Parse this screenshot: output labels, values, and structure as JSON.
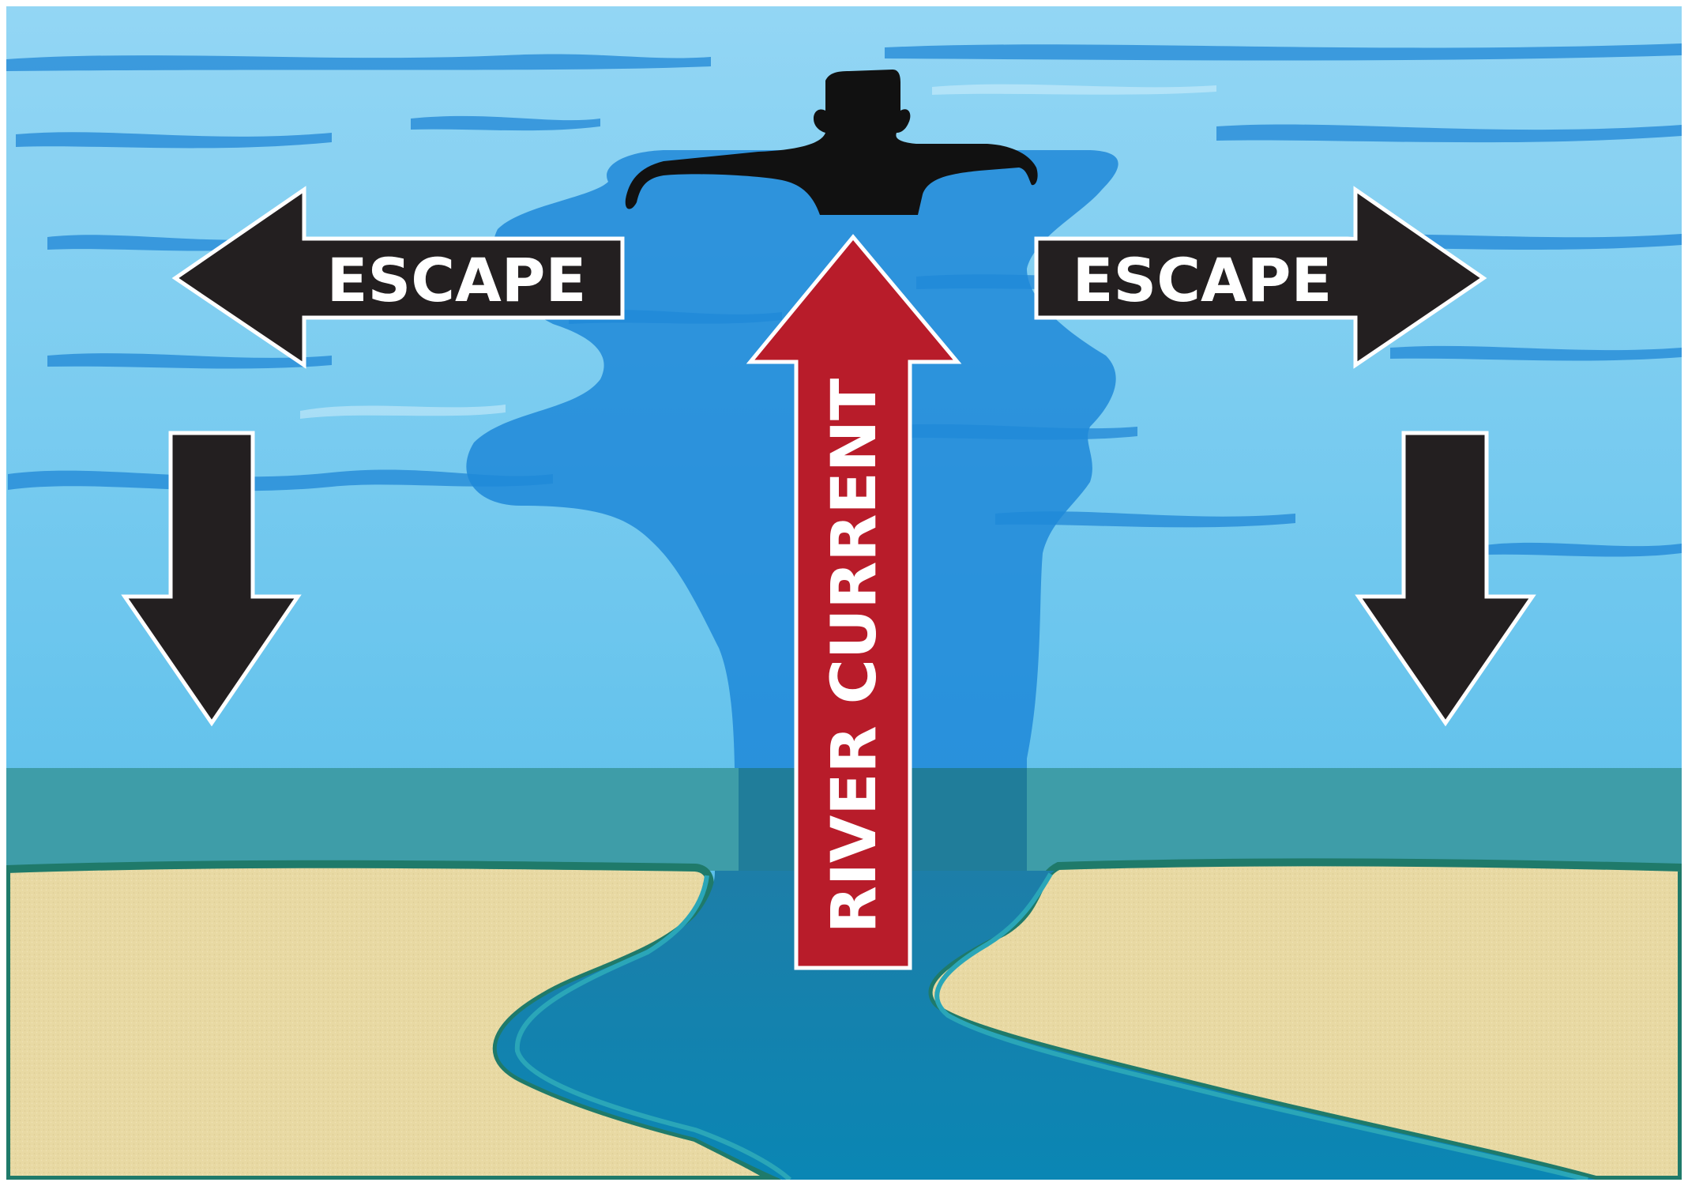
{
  "labels": {
    "escape_left": "ESCAPE",
    "escape_right": "ESCAPE",
    "current": "RIVER CURRENT"
  },
  "colors": {
    "sky_water_top": "#8ed3f3",
    "sky_water_bottom": "#4db9ea",
    "wave": "#1f86d6",
    "current_water": "#1e88d8",
    "shallow_band": "#3e9da8",
    "shore_line": "#1f7a6a",
    "sand": "#e9dba6",
    "channel": "#0f7fae",
    "channel_edge": "#1f7a6a",
    "escape_arrow": "#231f20",
    "current_arrow": "#b81c2a",
    "swimmer": "#111111"
  },
  "icons": {
    "swimmer": "swimmer-silhouette-icon",
    "escape_left": "arrow-left-icon",
    "escape_right": "arrow-right-icon",
    "swim_to_shore_left": "arrow-down-icon",
    "swim_to_shore_right": "arrow-down-icon",
    "current": "arrow-up-icon"
  }
}
